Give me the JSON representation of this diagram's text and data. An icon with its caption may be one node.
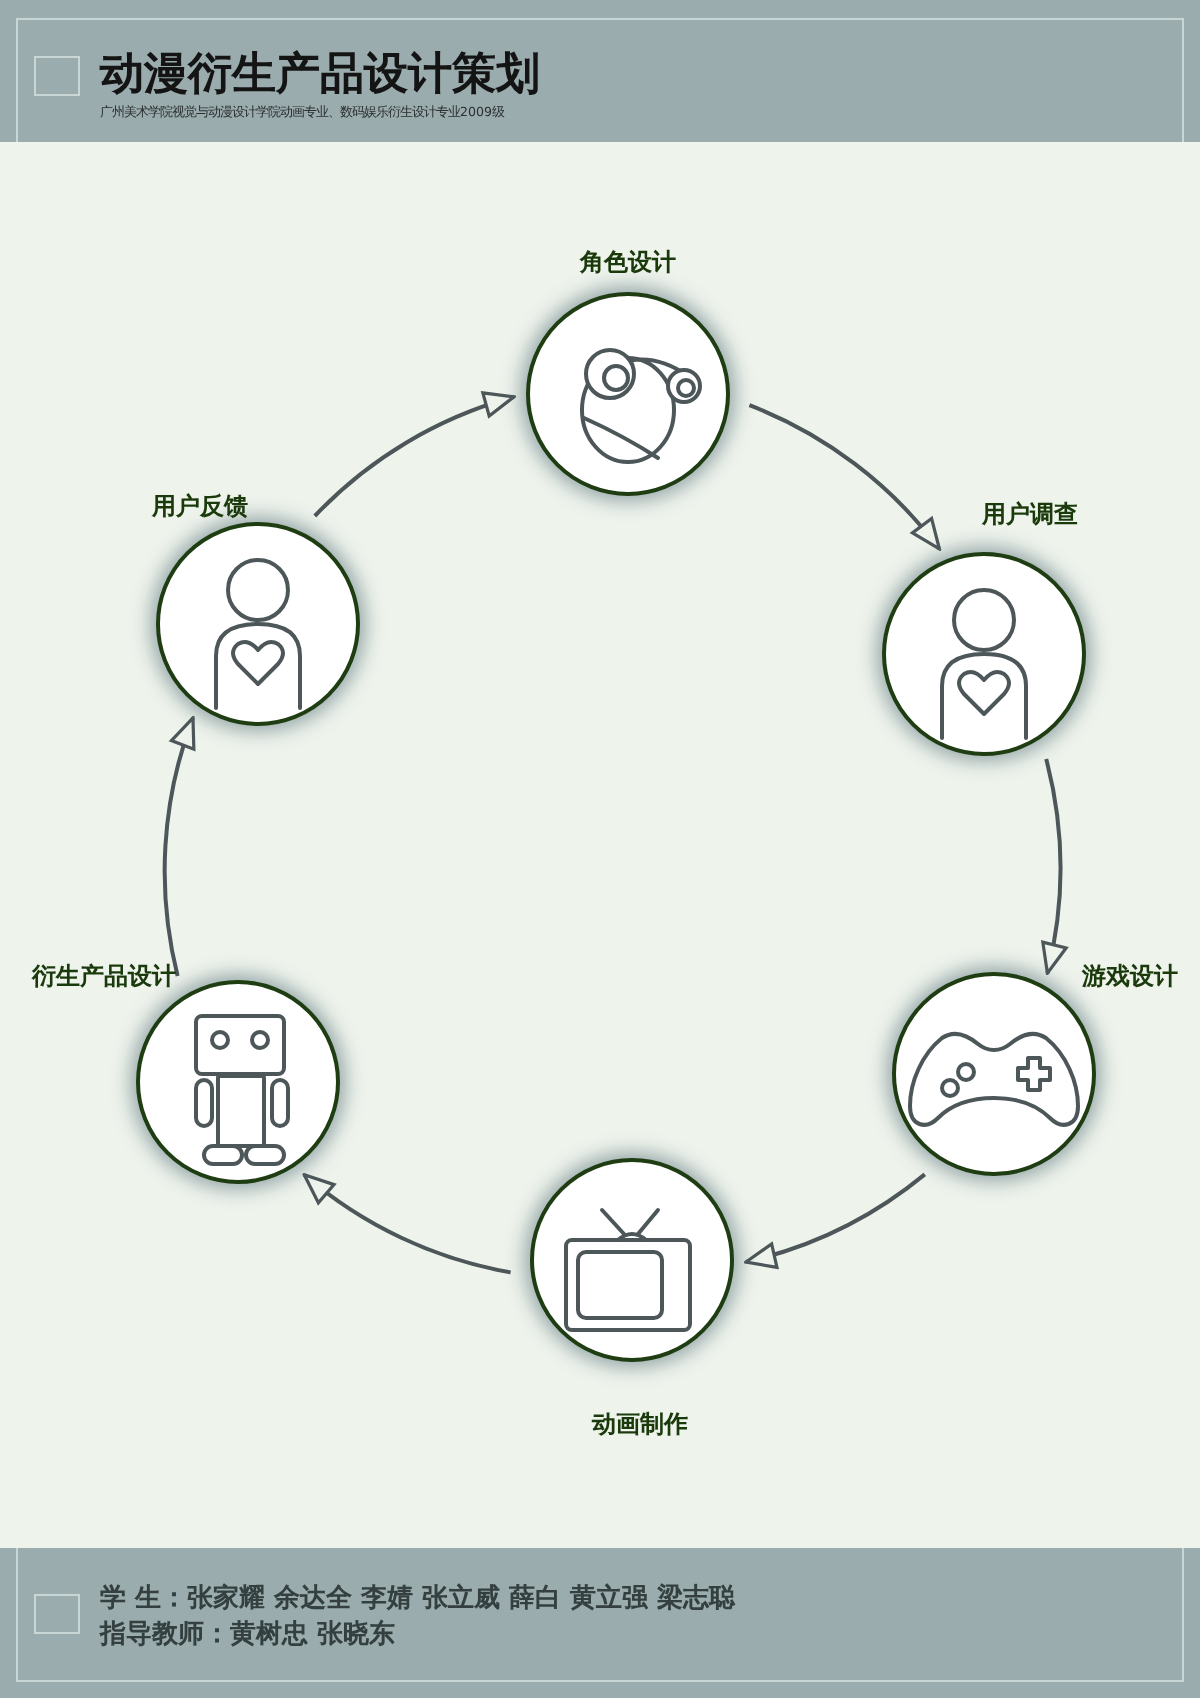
{
  "diagram": {
    "title": "动漫衍生产品设计策划",
    "nodes": [
      {
        "text": [
          "角色设计"
        ]
      },
      {
        "text": [
          "用户反馈"
        ]
      },
      {
        "text": [
          "用户调查"
        ]
      },
      {
        "text": [
          "衍生产品设计"
        ]
      },
      {
        "text": [
          "游戏设计"
        ]
      },
      {
        "text": [
          "动画制作"
        ]
      }
    ],
    "edges": [
      {
        "from": 0,
        "to": 2,
        "arrow": "to"
      },
      {
        "from": 2,
        "to": 4,
        "arrow": "to"
      },
      {
        "from": 4,
        "to": 5,
        "arrow": "to"
      },
      {
        "from": 5,
        "to": 3,
        "arrow": "to"
      },
      {
        "from": 3,
        "to": 1,
        "arrow": "to"
      },
      {
        "from": 1,
        "to": 0,
        "arrow": "to"
      }
    ],
    "labels": [
      "广州美术学院视觉与动漫设计学院动画专业、数码娱乐衍生设计专业2009级",
      "学 生：张家耀 余达全 李婧 张立威 薛白 黄立强 梁志聪",
      "指导教师：黄树忠 张晓东"
    ]
  }
}
